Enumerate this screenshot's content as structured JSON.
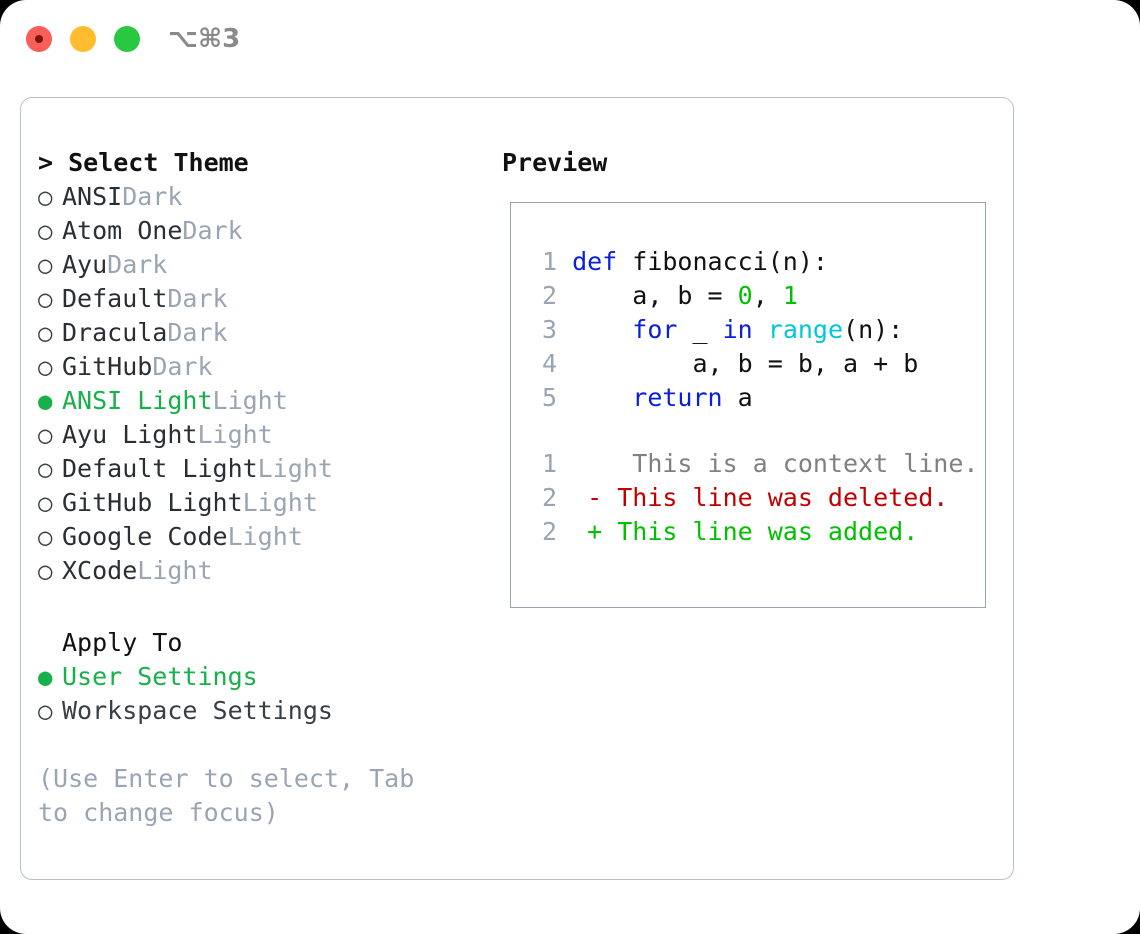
{
  "window": {
    "shortcut_label": "⌥⌘3",
    "traffic_lights": [
      {
        "name": "close",
        "color": "#fa5f57"
      },
      {
        "name": "minimize",
        "color": "#febc2e"
      },
      {
        "name": "maximize",
        "color": "#28c840"
      }
    ]
  },
  "accent": {
    "selected_green": "#17b04a",
    "muted_gray": "#9aa5b4",
    "border": "#b9c1cc"
  },
  "theme_list": {
    "heading": "> Select Theme",
    "bullet_selected": "●",
    "bullet_unselected": "○",
    "items": [
      {
        "name": "ANSI",
        "kind": "Dark",
        "selected": false
      },
      {
        "name": "Atom One",
        "kind": "Dark",
        "selected": false
      },
      {
        "name": "Ayu",
        "kind": "Dark",
        "selected": false
      },
      {
        "name": "Default",
        "kind": "Dark",
        "selected": false
      },
      {
        "name": "Dracula",
        "kind": "Dark",
        "selected": false
      },
      {
        "name": "GitHub",
        "kind": "Dark",
        "selected": false
      },
      {
        "name": "ANSI Light",
        "kind": "Light",
        "selected": true
      },
      {
        "name": "Ayu Light",
        "kind": "Light",
        "selected": false
      },
      {
        "name": "Default Light",
        "kind": "Light",
        "selected": false
      },
      {
        "name": "GitHub Light",
        "kind": "Light",
        "selected": false
      },
      {
        "name": "Google Code",
        "kind": "Light",
        "selected": false
      },
      {
        "name": "XCode",
        "kind": "Light",
        "selected": false
      }
    ]
  },
  "apply_to": {
    "heading": "Apply To",
    "options": [
      {
        "label": "User Settings",
        "selected": true
      },
      {
        "label": "Workspace Settings",
        "selected": false
      }
    ]
  },
  "hint": "(Use Enter to select, Tab to change focus)",
  "preview": {
    "heading": "Preview",
    "code": {
      "language": "python",
      "lines": [
        {
          "num": "1",
          "tokens": [
            {
              "t": "def ",
              "c": "kw"
            },
            {
              "t": "fibonacci(n):",
              "c": "fn"
            }
          ]
        },
        {
          "num": "2",
          "tokens": [
            {
              "t": "    a, b = ",
              "c": "plain"
            },
            {
              "t": "0",
              "c": "num"
            },
            {
              "t": ", ",
              "c": "plain"
            },
            {
              "t": "1",
              "c": "num"
            }
          ]
        },
        {
          "num": "3",
          "tokens": [
            {
              "t": "    ",
              "c": "plain"
            },
            {
              "t": "for",
              "c": "kw"
            },
            {
              "t": " _ ",
              "c": "plain"
            },
            {
              "t": "in",
              "c": "kw"
            },
            {
              "t": " ",
              "c": "plain"
            },
            {
              "t": "range",
              "c": "bi"
            },
            {
              "t": "(n):",
              "c": "plain"
            }
          ]
        },
        {
          "num": "4",
          "tokens": [
            {
              "t": "        a, b = b, a + b",
              "c": "plain"
            }
          ]
        },
        {
          "num": "5",
          "tokens": [
            {
              "t": "    ",
              "c": "plain"
            },
            {
              "t": "return",
              "c": "kw"
            },
            {
              "t": " a",
              "c": "plain"
            }
          ]
        }
      ]
    },
    "diff": {
      "lines": [
        {
          "num": "1",
          "marker": " ",
          "text": "  This is a context line.",
          "kind": "ctx"
        },
        {
          "num": "2",
          "marker": "-",
          "text": " This line was deleted.",
          "kind": "del"
        },
        {
          "num": "2",
          "marker": "+",
          "text": " This line was added.",
          "kind": "add"
        }
      ]
    }
  }
}
